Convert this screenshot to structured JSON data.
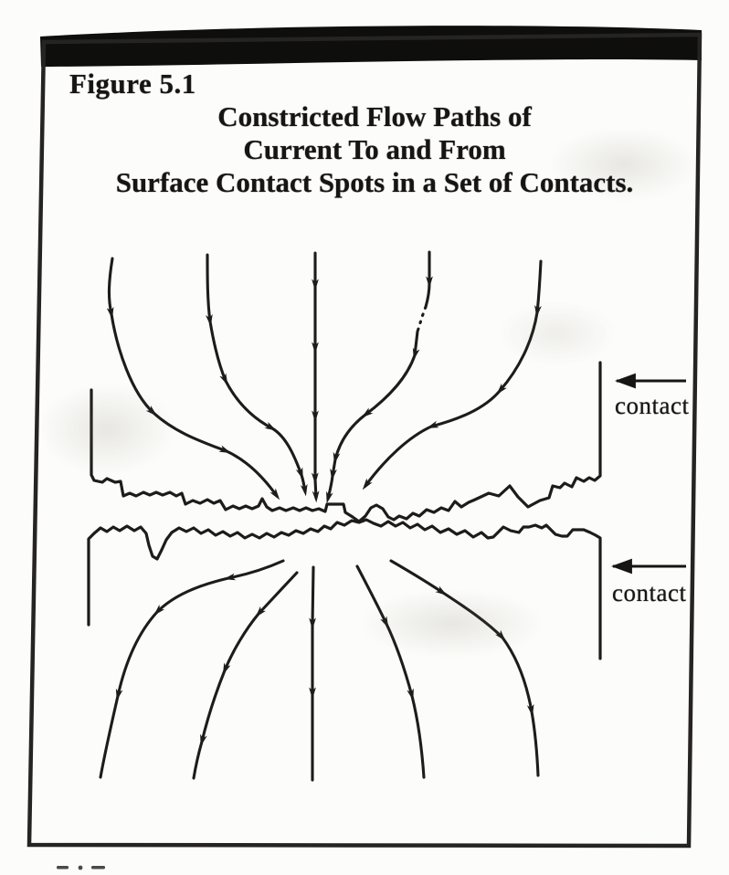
{
  "figure": {
    "label": "Figure 5.1",
    "title_lines": [
      "Constricted Flow Paths of",
      "Current To and From",
      "Surface Contact Spots in a Set of Contacts."
    ]
  },
  "diagram": {
    "upper_contact": {
      "label": "contact",
      "pointer_icon": "left-arrow-icon"
    },
    "lower_contact": {
      "label": "contact",
      "pointer_icon": "left-arrow-icon"
    },
    "top_flow_line_count": 5,
    "bottom_flow_line_count": 5,
    "flow_arrows_direction": "downward: converging to the contact spot above, diverging from it below"
  },
  "colors": {
    "ink": "#1d1c1a",
    "paper": "#fcfcfa",
    "header_band": "#0e0e0d"
  }
}
